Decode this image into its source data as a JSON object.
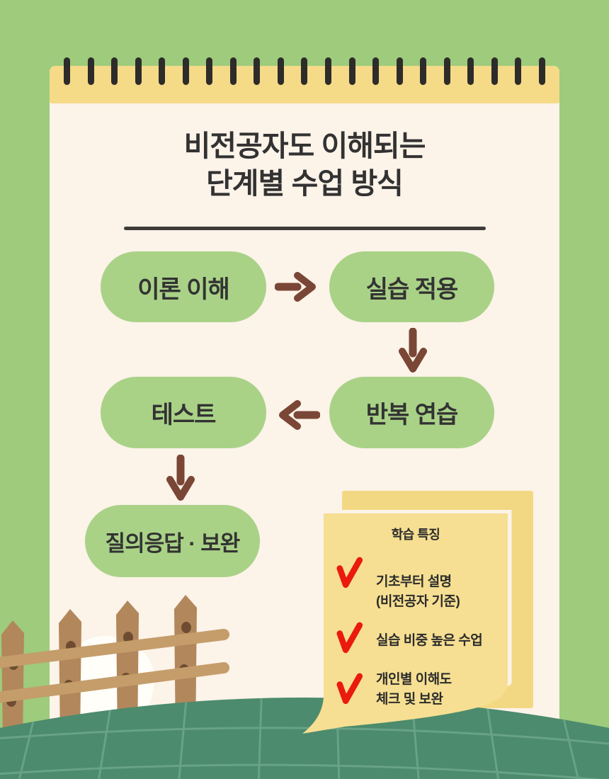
{
  "page": {
    "background_color": "#9ecb7c"
  },
  "notepad": {
    "title_line1": "비전공자도 이해되는",
    "title_line2": "단계별 수업 방식",
    "paper_color": "#fcf3e9",
    "band_color": "#f5da87",
    "binding_pin_count": 21
  },
  "flow": {
    "pill_color": "#a9d287",
    "arrow_color": "#7a4636",
    "steps": [
      {
        "label": "이론 이해"
      },
      {
        "label": "실습 적용"
      },
      {
        "label": "반복 연습"
      },
      {
        "label": "테스트"
      },
      {
        "label": "질의응답 · 보완"
      }
    ]
  },
  "note": {
    "title": "학습 특징",
    "paper_color": "#f6df92",
    "check_color": "#ea1a0e",
    "items": [
      {
        "line1": "기초부터 설명",
        "line2": "(비전공자 기준)"
      },
      {
        "line1": "실습 비중 높은 수업",
        "line2": ""
      },
      {
        "line1": "개인별 이해도",
        "line2": "체크 및 보완"
      }
    ]
  },
  "scenery": {
    "hill_color": "#4c8b6d",
    "grid_color": "#68a287",
    "fence_wood_color": "#b2875b",
    "fence_rail_color": "#c49d6a"
  }
}
